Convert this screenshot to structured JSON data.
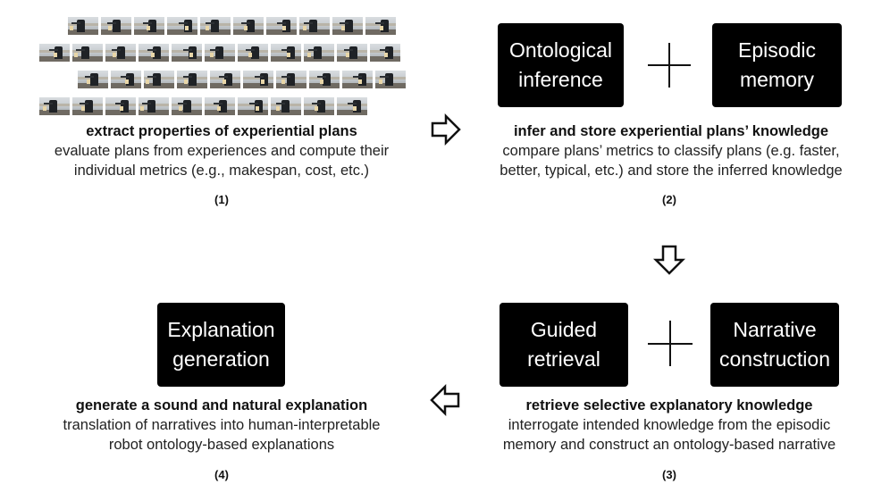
{
  "panels": {
    "p1": {
      "title": "extract properties of experiential plans",
      "desc_line1": "evaluate plans from experiences and compute their",
      "desc_line2": "individual metrics (e.g., makespan, cost, etc.)",
      "number": "(1)"
    },
    "p2": {
      "box_left_line1": "Ontological",
      "box_left_line2": "inference",
      "box_right_line1": "Episodic",
      "box_right_line2": "memory",
      "title": "infer and store experiential plans’ knowledge",
      "desc_line1": "compare plans’ metrics to classify plans (e.g. faster,",
      "desc_line2": "better, typical, etc.) and store the inferred knowledge",
      "number": "(2)"
    },
    "p3": {
      "box_left_line1": "Guided",
      "box_left_line2": "retrieval",
      "box_right_line1": "Narrative",
      "box_right_line2": "construction",
      "title": "retrieve selective explanatory knowledge",
      "desc_line1": "interrogate intended knowledge from the episodic",
      "desc_line2": "memory and construct an ontology-based narrative",
      "number": "(3)"
    },
    "p4": {
      "box_line1": "Explanation",
      "box_line2": "generation",
      "title": "generate a sound and natural explanation",
      "desc_line1": "translation of narratives into human-interpretable",
      "desc_line2": "robot ontology-based explanations",
      "number": "(4)"
    }
  },
  "colors": {
    "box_fill": "#000000",
    "box_text": "#ffffff",
    "text": "#111111"
  },
  "icons": [
    "film-strip-icon",
    "plus-icon",
    "arrow-right-icon",
    "arrow-down-icon",
    "arrow-left-icon"
  ]
}
